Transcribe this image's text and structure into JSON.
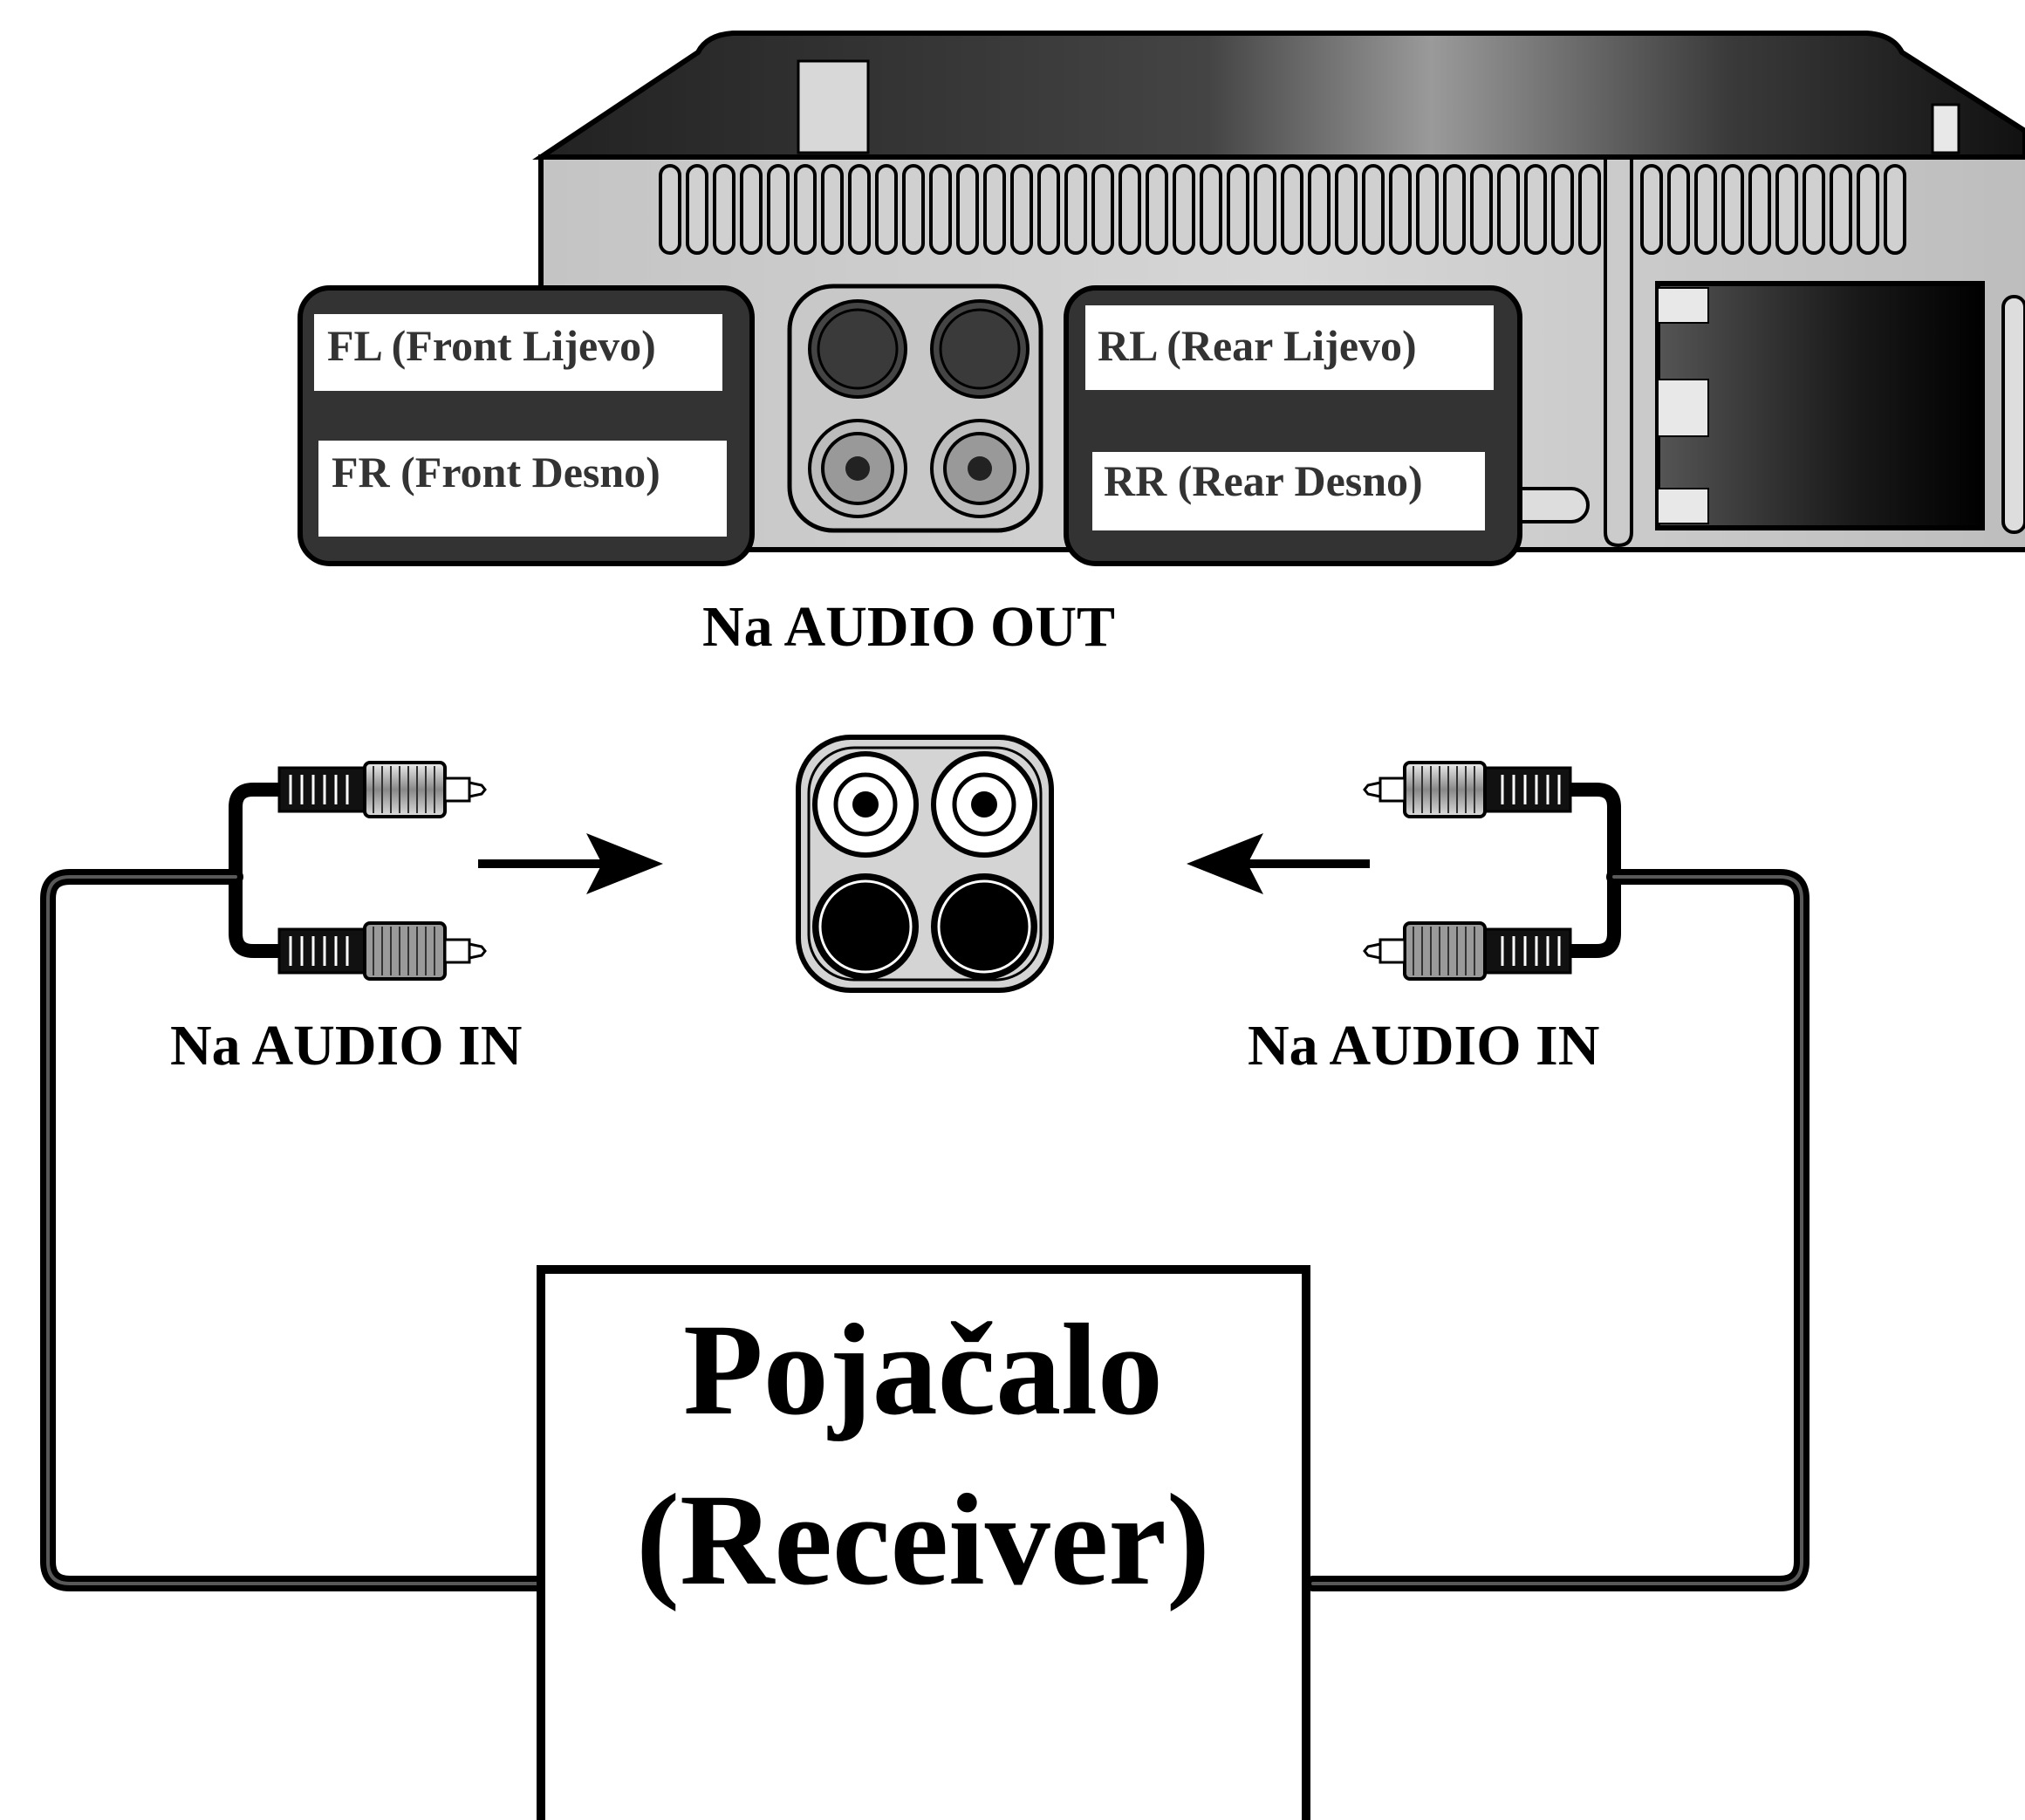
{
  "panel_labels": {
    "fl": "FL (Front Lijevo)",
    "fr": "FR (Front Desno)",
    "rl": "RL (Rear Lijevo)",
    "rr": "RR (Rear Desno)"
  },
  "audio_out_label": "Na AUDIO OUT",
  "audio_in_left_label": "Na AUDIO IN",
  "audio_in_right_label": "Na AUDIO IN",
  "receiver": {
    "line1": "Pojačalo",
    "line2": "(Receiver)"
  }
}
